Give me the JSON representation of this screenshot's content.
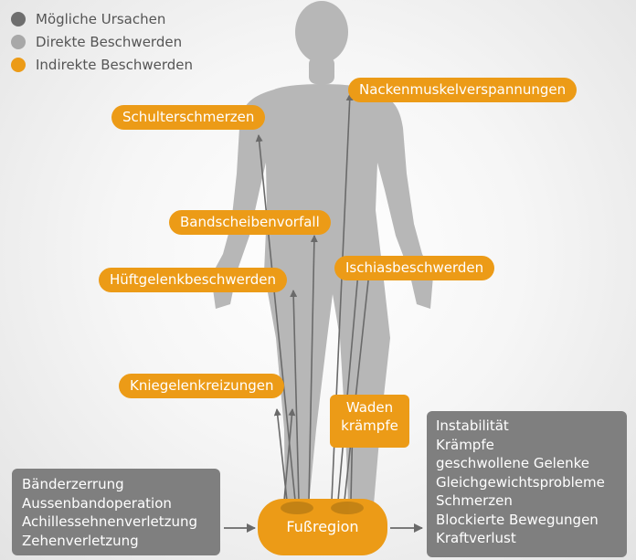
{
  "colors": {
    "mogliche": "#6e6e6e",
    "direkte": "#a8a8a8",
    "indirekte": "#ec9b17",
    "body": "#b7b7b7",
    "arrow": "#6a6a6a",
    "gray_box": "#7f7f7f"
  },
  "legend": [
    {
      "label": "Mögliche Ursachen"
    },
    {
      "label": "Direkte Beschwerden"
    },
    {
      "label": "Indirekte Beschwerden"
    }
  ],
  "labels": {
    "nacken": "Nackenmuskelverspannungen",
    "schulter": "Schulterschmerzen",
    "bandscheibe": "Bandscheibenvorfall",
    "huefte": "Hüftgelenkbeschwerden",
    "ischias": "Ischiasbeschwerden",
    "knie": "Kniegelenkreizungen",
    "waden_1": "Waden",
    "waden_2": "krämpfe",
    "fuss": "Fußregion"
  },
  "causes": [
    "Bänderzerrung",
    "Aussenbandoperation",
    "Achillessehnenverletzung",
    "Zehenverletzung"
  ],
  "complaints": [
    "Instabilität",
    "Krämpfe",
    "geschwollene Gelenke",
    "Gleichgewichtsprobleme",
    "Schmerzen",
    "Blockierte Bewegungen",
    "Kraftverlust"
  ]
}
